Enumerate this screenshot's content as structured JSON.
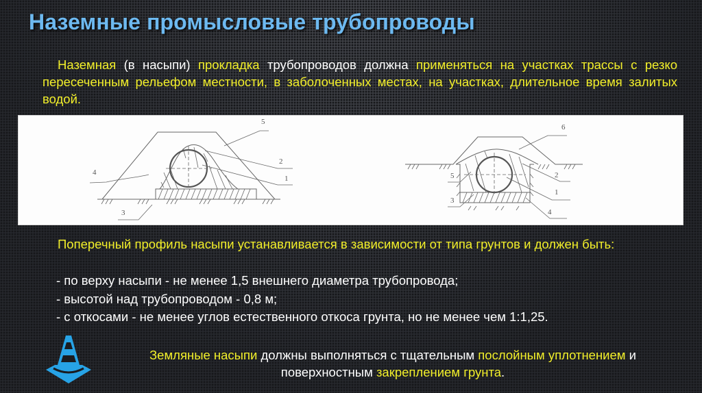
{
  "title": "Наземные промысловые трубопроводы",
  "intro": {
    "segments": [
      {
        "text": "Наземная",
        "color": "yellow"
      },
      {
        "text": " (в насыпи) ",
        "color": "white"
      },
      {
        "text": "прокладка",
        "color": "yellow"
      },
      {
        "text": " трубопроводов должна ",
        "color": "white"
      },
      {
        "text": "применяться на участках трассы с резко пересеченным рельефом местности, в заболоченных местах, на участках, длительное время залитых водой.",
        "color": "yellow"
      }
    ]
  },
  "diagrams": {
    "left": {
      "description": "Cross-section of embankment (above-ground) pipeline laying",
      "labels": [
        "1",
        "2",
        "3",
        "4",
        "5"
      ]
    },
    "right": {
      "description": "Cross-section of semi-buried pipeline laying with embankment",
      "labels": [
        "1",
        "2",
        "3",
        "4",
        "5",
        "6"
      ]
    }
  },
  "profile": {
    "text": "Поперечный профиль насыпи устанавливается в зависимости от типа грунтов и должен быть:",
    "items": [
      "- по верху насыпи - не менее 1,5 внешнего диаметра трубопровода;",
      "- высотой над трубопроводом - 0,8 м;",
      "- с откосами - не менее углов естественного откоса грунта, но не менее чем 1:1,25."
    ]
  },
  "note": {
    "icon": "traffic-cone-icon",
    "segments": [
      {
        "text": "Земляные насыпи",
        "color": "yellow"
      },
      {
        "text": " должны выполняться с тщательным ",
        "color": "white"
      },
      {
        "text": "послойным уплотнением",
        "color": "yellow"
      },
      {
        "text": " и поверхностным ",
        "color": "white"
      },
      {
        "text": "закреплением грунта",
        "color": "yellow"
      },
      {
        "text": ".",
        "color": "white"
      }
    ]
  },
  "colors": {
    "title": "#6db9f0",
    "highlight": "#f2ef2a",
    "body": "#ffffff",
    "background": "#25272c",
    "cone": "#27a3e6"
  }
}
